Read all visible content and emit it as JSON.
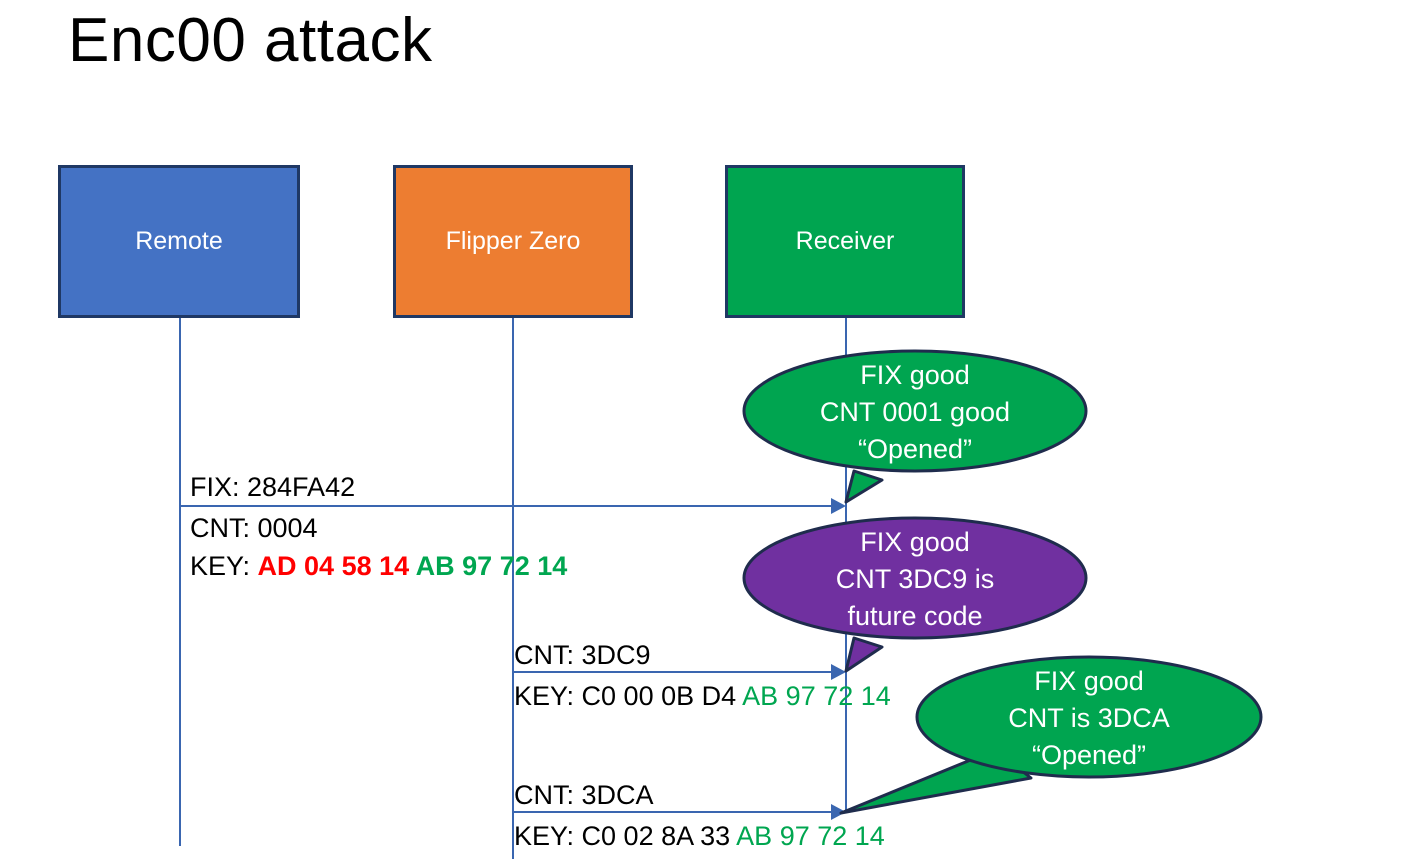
{
  "slide": {
    "title": "Enc00 attack",
    "background": "#FFFFFF"
  },
  "colors": {
    "remote_fill": "#4472C4",
    "flipper_fill": "#ED7D31",
    "receiver_fill": "#00A550",
    "box_border": "#1F3864",
    "lifeline": "#3A66B0",
    "bubble_green": "#00A550",
    "bubble_purple": "#7030A0",
    "bubble_border": "#1F2C4D",
    "hex_red": "#FF0000",
    "hex_green": "#00A650",
    "text_black": "#000000"
  },
  "actors": [
    {
      "id": "remote",
      "label": "Remote",
      "fill": "#4472C4"
    },
    {
      "id": "flipper",
      "label": "Flipper Zero",
      "fill": "#ED7D31"
    },
    {
      "id": "receiver",
      "label": "Receiver",
      "fill": "#00A550"
    }
  ],
  "messages": [
    {
      "id": "msg1",
      "from": "remote",
      "to": "receiver",
      "label_above": "FIX: 284FA42",
      "label_below_lines": [
        {
          "text": "CNT: 0004"
        }
      ],
      "key_line": {
        "prefix": "KEY: ",
        "segments": [
          {
            "text": "AD 04 58 14 ",
            "style": "red"
          },
          {
            "text": "AB 97 ",
            "style": "green-bold"
          },
          {
            "text": "72 14",
            "style": "green"
          }
        ]
      }
    },
    {
      "id": "msg2",
      "from": "flipper",
      "to": "receiver",
      "label_above": "CNT: 3DC9",
      "key_line": {
        "prefix": "KEY: C0 00 0B D4 ",
        "segments": [
          {
            "text": "AB 97 72 14",
            "style": "green"
          }
        ]
      }
    },
    {
      "id": "msg3",
      "from": "flipper",
      "to": "receiver",
      "label_above": "CNT: 3DCA",
      "key_line": {
        "prefix": "KEY: C0 02 8A 33 ",
        "segments": [
          {
            "text": "AB 97 72 14",
            "style": "green"
          }
        ]
      }
    }
  ],
  "bubbles": [
    {
      "id": "bubble1",
      "color": "#00A550",
      "lines": [
        "FIX good",
        "CNT 0001 good",
        "“Opened”"
      ]
    },
    {
      "id": "bubble2",
      "color": "#7030A0",
      "lines": [
        "FIX good",
        "CNT 3DC9 is",
        "future code"
      ]
    },
    {
      "id": "bubble3",
      "color": "#00A550",
      "lines": [
        "FIX good",
        "CNT is 3DCA",
        "“Opened”"
      ]
    }
  ]
}
